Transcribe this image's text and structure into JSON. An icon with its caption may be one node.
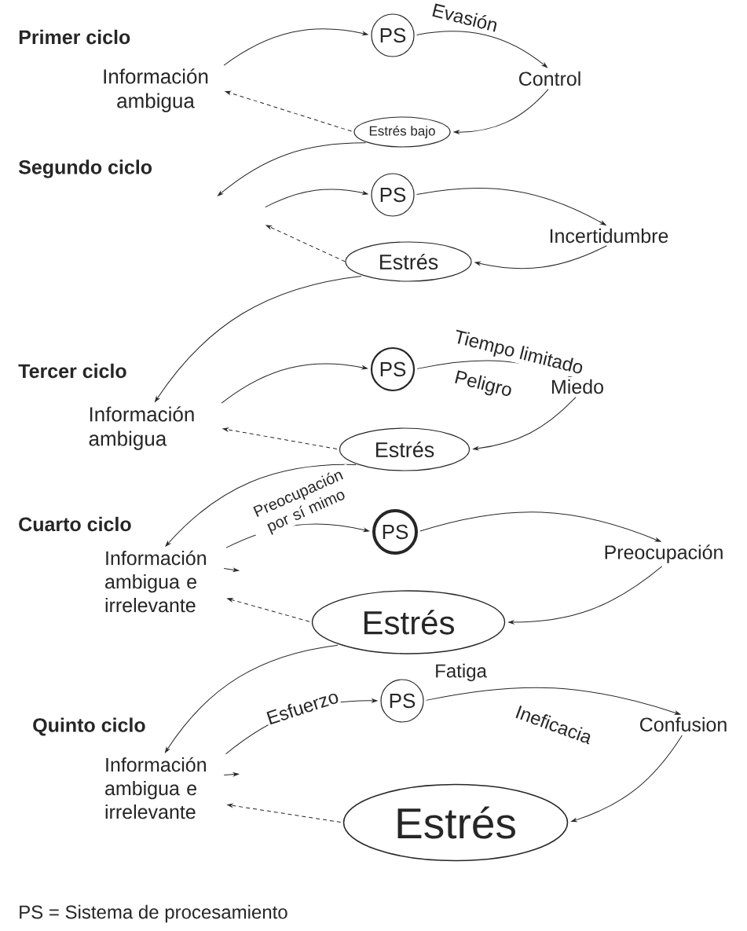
{
  "diagram": {
    "nodes": [
      {
        "text": [
          "Información ambigua"
        ]
      },
      {
        "text": [
          "PS"
        ]
      },
      {
        "text": [
          "Control"
        ]
      },
      {
        "text": [
          "Estrés bajo"
        ]
      },
      {
        "text": [
          "PS"
        ]
      },
      {
        "text": [
          "Incertidumbre"
        ]
      },
      {
        "text": [
          "Estrés"
        ]
      },
      {
        "text": [
          "Información ambigua"
        ]
      },
      {
        "text": [
          "PS"
        ]
      },
      {
        "text": [
          "Miedo"
        ]
      },
      {
        "text": [
          "Estrés"
        ]
      },
      {
        "text": [
          "Información ambigua e irrelevante"
        ]
      },
      {
        "text": [
          "PS"
        ]
      },
      {
        "text": [
          "Preocupación"
        ]
      },
      {
        "text": [
          "Estrés"
        ]
      },
      {
        "text": [
          "Información ambigua e irrelevante"
        ]
      },
      {
        "text": [
          "PS"
        ]
      },
      {
        "text": [
          "Confusion"
        ]
      },
      {
        "text": [
          "Estrés"
        ]
      }
    ],
    "edges": [
      {
        "from": 0,
        "to": 1,
        "arrow": "to"
      },
      {
        "from": 1,
        "to": 2,
        "arrow": "to",
        "label": "Evasión"
      },
      {
        "from": 2,
        "to": 3,
        "arrow": "to"
      },
      {
        "from": 3,
        "to": 0,
        "arrow": "to",
        "style": "dashed"
      },
      {
        "from": 3,
        "to": null,
        "arrow": "to"
      },
      {
        "from": null,
        "to": 4,
        "arrow": "to"
      },
      {
        "from": 4,
        "to": 5,
        "arrow": "to"
      },
      {
        "from": 5,
        "to": 6,
        "arrow": "to"
      },
      {
        "from": 6,
        "to": null,
        "arrow": "to",
        "style": "dashed"
      },
      {
        "from": 6,
        "to": 7,
        "arrow": "to"
      },
      {
        "from": 7,
        "to": 8,
        "arrow": "to"
      },
      {
        "from": 8,
        "to": 9,
        "arrow": "to",
        "label": "Tiempo limitado"
      },
      {
        "from": 9,
        "to": 10,
        "arrow": "to"
      },
      {
        "from": 10,
        "to": 7,
        "arrow": "to",
        "style": "dashed"
      },
      {
        "from": 10,
        "to": 11,
        "arrow": "to"
      },
      {
        "from": 11,
        "to": 12,
        "arrow": "to",
        "label": "Preocupación por sí mimo"
      },
      {
        "from": 11,
        "to": null,
        "arrow": "to"
      },
      {
        "from": 12,
        "to": 13,
        "arrow": "to"
      },
      {
        "from": 13,
        "to": 14,
        "arrow": "to"
      },
      {
        "from": 14,
        "to": 11,
        "arrow": "to",
        "style": "dashed"
      },
      {
        "from": 14,
        "to": 15,
        "arrow": "to"
      },
      {
        "from": 15,
        "to": 16,
        "arrow": "to",
        "label": "Esfuerzo"
      },
      {
        "from": 15,
        "to": null,
        "arrow": "to"
      },
      {
        "from": 16,
        "to": 17,
        "arrow": "to",
        "label": "Ineficacia"
      },
      {
        "from": 17,
        "to": 18,
        "arrow": "to"
      },
      {
        "from": 18,
        "to": 15,
        "arrow": "to",
        "style": "dashed"
      }
    ],
    "labels": [
      "Primer ciclo",
      "Segundo ciclo",
      "Tercer ciclo",
      "Peligro",
      "Cuarto ciclo",
      "Fatiga",
      "Quinto ciclo",
      "PS = Sistema de procesamiento"
    ]
  }
}
